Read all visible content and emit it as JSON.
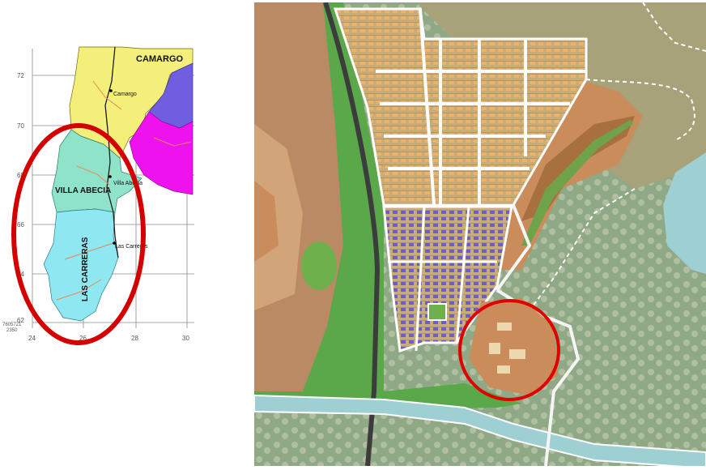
{
  "left_map": {
    "regions": [
      "CAMARGO",
      "VILLA ABECIA",
      "LAS CARRERAS"
    ],
    "towns": [
      "Camargo",
      "Villa Abecia",
      "Las Carreras"
    ],
    "y_ticks": [
      "72",
      "70",
      "68",
      "66",
      "64",
      "62"
    ],
    "x_ticks": [
      "24",
      "26",
      "28",
      "30"
    ],
    "corner_labels": [
      "7605721",
      "2350"
    ],
    "colors": {
      "camargo": "#f4ef7a",
      "villa_abecia": "#8fe3c8",
      "las_carreras": "#8fe7f2",
      "purple": "#6f5fe0",
      "magenta": "#ee13ee",
      "highlight": "#d40000"
    }
  },
  "right_map": {
    "description_icons": [
      "urban-blocks-icon",
      "river-icon",
      "road-icon"
    ],
    "colors": {
      "terrain_brown": "#b98a63",
      "terrain_light": "#d2b08c",
      "green": "#5aa84a",
      "water": "#9ecfd3",
      "blocks": "#c9ad78",
      "purple_blocks": "#6a5fc2",
      "highlight": "#e00000"
    }
  }
}
